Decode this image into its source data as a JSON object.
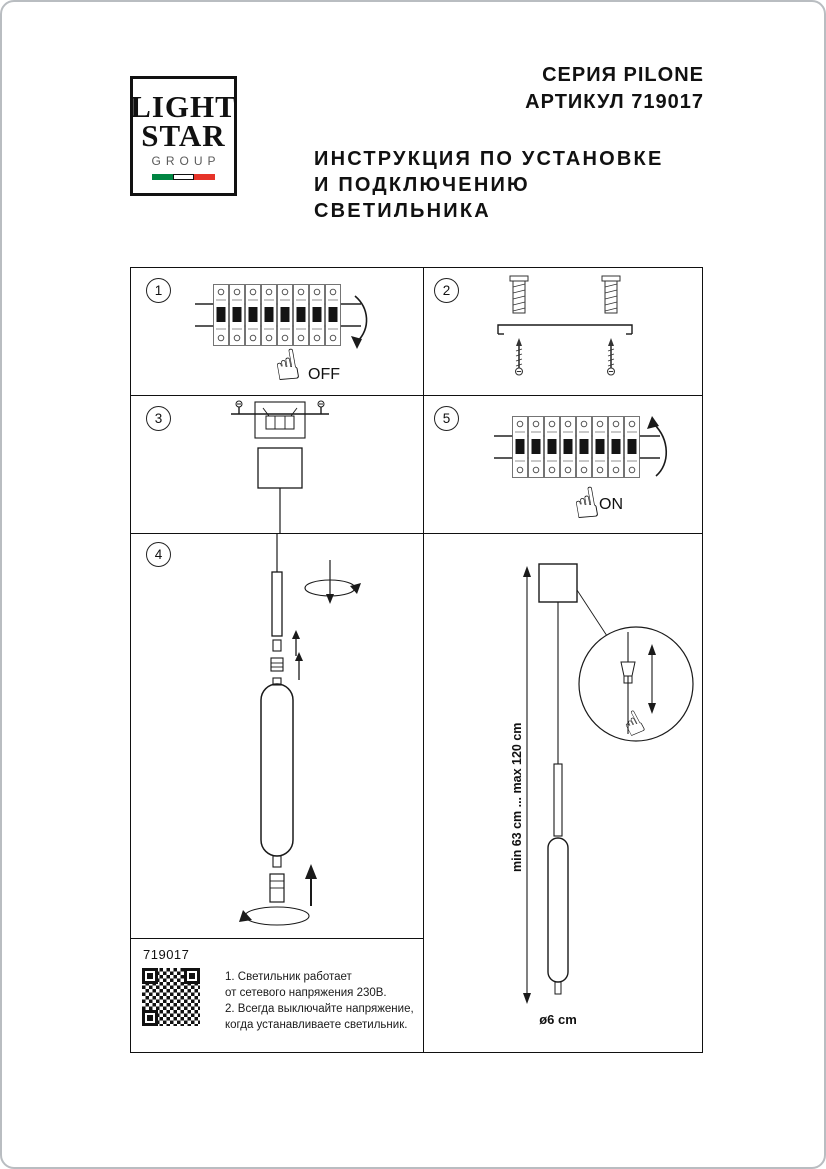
{
  "logo": {
    "light": "LIGHT",
    "star": "STAR",
    "group": "GROUP",
    "flag_colors": [
      "#008542",
      "#ffffff",
      "#e63329"
    ]
  },
  "header": {
    "series": "СЕРИЯ PILONE",
    "article": "АРТИКУЛ 719017",
    "title_line1": "ИНСТРУКЦИЯ ПО УСТАНОВКЕ",
    "title_line2": "И ПОДКЛЮЧЕНИЮ СВЕТИЛЬНИКА"
  },
  "steps": {
    "s1": {
      "num": "1",
      "power_label": "OFF"
    },
    "s2": {
      "num": "2"
    },
    "s3": {
      "num": "3"
    },
    "s4": {
      "num": "4"
    },
    "s5": {
      "num": "5",
      "power_label": "ON"
    }
  },
  "icons": {
    "hand": "☝"
  },
  "dimensions": {
    "height_range": "min 63 cm ... max 120 cm",
    "diameter": "ø6 cm"
  },
  "footer": {
    "article": "719017",
    "notes": [
      "1. Светильник работает",
      "от сетевого напряжения 230В.",
      "2. Всегда выключайте напряжение,",
      "когда устанавливаете светильник."
    ]
  }
}
